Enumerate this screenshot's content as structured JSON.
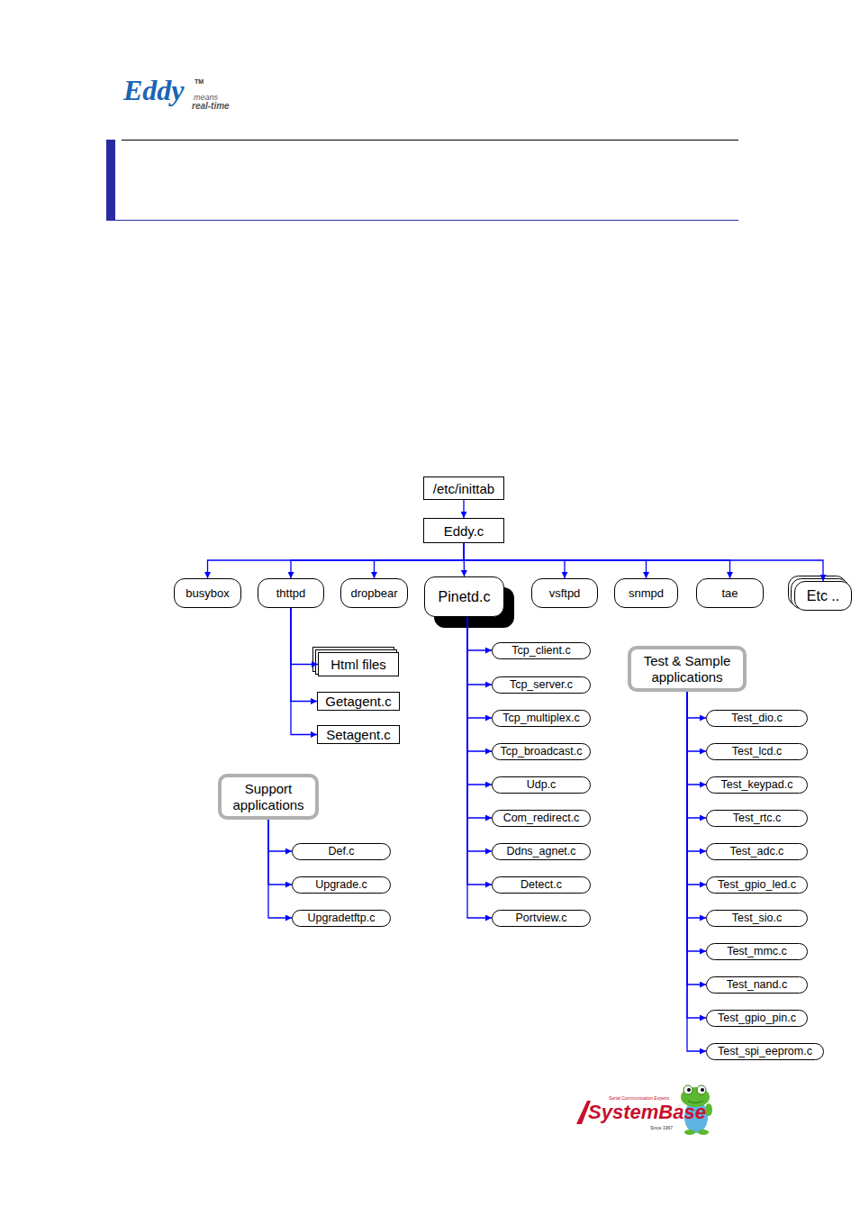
{
  "diagram": {
    "nodes": [
      {
        "text": [
          "/etc/inittab"
        ]
      },
      {
        "text": [
          "Eddy.c"
        ]
      },
      {
        "text": [
          "busybox"
        ]
      },
      {
        "text": [
          "thttpd"
        ]
      },
      {
        "text": [
          "dropbear"
        ]
      },
      {
        "text": [
          "Pinetd.c"
        ]
      },
      {
        "text": [
          "vsftpd"
        ]
      },
      {
        "text": [
          "snmpd"
        ]
      },
      {
        "text": [
          "tae"
        ]
      },
      {
        "text": [
          "Etc .."
        ]
      },
      {
        "text": [
          "Html files"
        ]
      },
      {
        "text": [
          "Getagent.c"
        ]
      },
      {
        "text": [
          "Setagent.c"
        ]
      },
      {
        "text": [
          "Tcp_client.c"
        ]
      },
      {
        "text": [
          "Tcp_server.c"
        ]
      },
      {
        "text": [
          "Tcp_multiplex.c"
        ]
      },
      {
        "text": [
          "Tcp_broadcast.c"
        ]
      },
      {
        "text": [
          "Udp.c"
        ]
      },
      {
        "text": [
          "Com_redirect.c"
        ]
      },
      {
        "text": [
          "Ddns_agnet.c"
        ]
      },
      {
        "text": [
          "Detect.c"
        ]
      },
      {
        "text": [
          "Portview.c"
        ]
      },
      {
        "text": [
          "Test & Sample applications"
        ]
      },
      {
        "text": [
          "Test_dio.c"
        ]
      },
      {
        "text": [
          "Test_lcd.c"
        ]
      },
      {
        "text": [
          "Test_keypad.c"
        ]
      },
      {
        "text": [
          "Test_rtc.c"
        ]
      },
      {
        "text": [
          "Test_adc.c"
        ]
      },
      {
        "text": [
          "Test_gpio_led.c"
        ]
      },
      {
        "text": [
          "Test_sio.c"
        ]
      },
      {
        "text": [
          "Test_mmc.c"
        ]
      },
      {
        "text": [
          "Test_nand.c"
        ]
      },
      {
        "text": [
          "Test_gpio_pin.c"
        ]
      },
      {
        "text": [
          "Test_spi_eeprom.c"
        ]
      },
      {
        "text": [
          "Support applications"
        ]
      },
      {
        "text": [
          "Def.c"
        ]
      },
      {
        "text": [
          "Upgrade.c"
        ]
      },
      {
        "text": [
          "Upgradetftp.c"
        ]
      }
    ],
    "edges": [
      {
        "from": 0,
        "to": 1,
        "arrow": "to"
      },
      {
        "from": 1,
        "to": 2,
        "arrow": "to"
      },
      {
        "from": 1,
        "to": 3,
        "arrow": "to"
      },
      {
        "from": 1,
        "to": 4,
        "arrow": "to"
      },
      {
        "from": 1,
        "to": 5,
        "arrow": "to"
      },
      {
        "from": 1,
        "to": 6,
        "arrow": "to"
      },
      {
        "from": 1,
        "to": 7,
        "arrow": "to"
      },
      {
        "from": 1,
        "to": 8,
        "arrow": "to"
      },
      {
        "from": 1,
        "to": 9,
        "arrow": "to"
      },
      {
        "from": 3,
        "to": 10,
        "arrow": "to"
      },
      {
        "from": 3,
        "to": 11,
        "arrow": "to"
      },
      {
        "from": 3,
        "to": 12,
        "arrow": "to"
      },
      {
        "from": 5,
        "to": 13,
        "arrow": "to"
      },
      {
        "from": 5,
        "to": 14,
        "arrow": "to"
      },
      {
        "from": 5,
        "to": 15,
        "arrow": "to"
      },
      {
        "from": 5,
        "to": 16,
        "arrow": "to"
      },
      {
        "from": 5,
        "to": 17,
        "arrow": "to"
      },
      {
        "from": 5,
        "to": 18,
        "arrow": "to"
      },
      {
        "from": 5,
        "to": 19,
        "arrow": "to"
      },
      {
        "from": 5,
        "to": 20,
        "arrow": "to"
      },
      {
        "from": 5,
        "to": 21,
        "arrow": "to"
      },
      {
        "from": 22,
        "to": 23,
        "arrow": "to"
      },
      {
        "from": 22,
        "to": 24,
        "arrow": "to"
      },
      {
        "from": 22,
        "to": 25,
        "arrow": "to"
      },
      {
        "from": 22,
        "to": 26,
        "arrow": "to"
      },
      {
        "from": 22,
        "to": 27,
        "arrow": "to"
      },
      {
        "from": 22,
        "to": 28,
        "arrow": "to"
      },
      {
        "from": 22,
        "to": 29,
        "arrow": "to"
      },
      {
        "from": 22,
        "to": 30,
        "arrow": "to"
      },
      {
        "from": 22,
        "to": 31,
        "arrow": "to"
      },
      {
        "from": 22,
        "to": 32,
        "arrow": "to"
      },
      {
        "from": 22,
        "to": 33,
        "arrow": "to"
      },
      {
        "from": 34,
        "to": 35,
        "arrow": "to"
      },
      {
        "from": 34,
        "to": 36,
        "arrow": "to"
      },
      {
        "from": 34,
        "to": 37,
        "arrow": "to"
      }
    ],
    "labels": [
      "Eddy",
      "TM",
      "means",
      "real-time",
      "Serial Communication Experts",
      "SystemBase",
      "Since 1967"
    ]
  }
}
